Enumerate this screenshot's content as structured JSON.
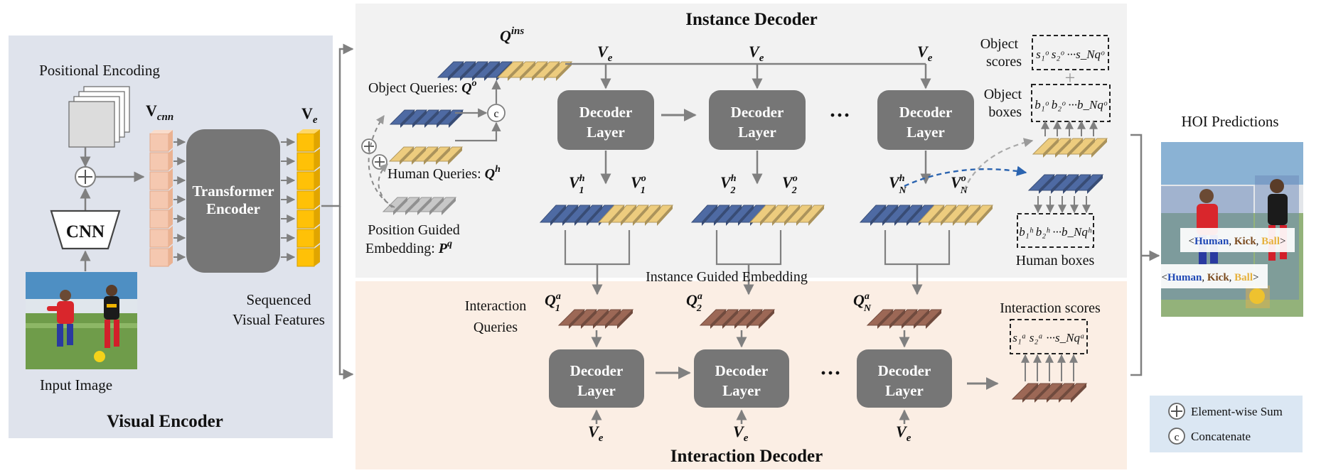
{
  "visual_encoder": {
    "title": "Visual Encoder",
    "positional_encoding": "Positional Encoding",
    "v_cnn": "V",
    "v_cnn_sub": "cnn",
    "cnn": "CNN",
    "transformer_line1": "Transformer",
    "transformer_line2": "Encoder",
    "ve": "V",
    "ve_sub": "e",
    "input_image": "Input Image",
    "sequenced_line1": "Sequenced",
    "sequenced_line2": "Visual Features"
  },
  "instance_decoder": {
    "title": "Instance Decoder",
    "q_ins": "Q",
    "q_ins_sup": "ins",
    "object_queries": "Object Queries: ",
    "object_queries_sym": "Q",
    "object_queries_sup": "o",
    "human_queries": "Human Queries: ",
    "human_queries_sym": "Q",
    "human_queries_sup": "h",
    "position_line1": "Position Guided",
    "position_line2": "Embedding: ",
    "position_sym": "P",
    "position_sup": "q",
    "ve": "V",
    "ve_sub": "e",
    "decoder_line1": "Decoder",
    "decoder_line2": "Layer",
    "ellipsis": "···",
    "v_sym": "V",
    "outputs": [
      {
        "h_sup": "h",
        "h_sub": "1",
        "o_sup": "o",
        "o_sub": "1"
      },
      {
        "h_sup": "h",
        "h_sub": "2",
        "o_sup": "o",
        "o_sub": "2"
      },
      {
        "h_sup": "h",
        "h_sub": "N",
        "o_sup": "o",
        "o_sub": "N"
      }
    ],
    "instance_guided": "Instance Guided Embedding",
    "object_scores_line1": "Object",
    "object_scores_line2": "scores",
    "object_boxes_line1": "Object",
    "object_boxes_line2": "boxes",
    "human_boxes": "Human boxes",
    "plus": "+",
    "object_scores_formula": "s₁ᵒ s₂ᵒ ···s_Nqᵒ",
    "object_boxes_formula": "b₁ᵒ b₂ᵒ ···b_Nqᵒ",
    "human_boxes_formula": "b₁ʰ b₂ʰ ···b_Nqʰ"
  },
  "interaction_decoder": {
    "title": "Interaction Decoder",
    "queries_line1": "Interaction",
    "queries_line2": "Queries",
    "q_sym": "Q",
    "q_sup": "a",
    "q_subs": [
      "1",
      "2",
      "N"
    ],
    "decoder_line1": "Decoder",
    "decoder_line2": "Layer",
    "ellipsis": "···",
    "ve": "V",
    "ve_sub": "e",
    "interaction_scores": "Interaction scores",
    "interaction_scores_formula": "s₁ᵃ s₂ᵃ ···s_Nqᵃ"
  },
  "hoi": {
    "title": "HOI Predictions",
    "labels": [
      {
        "open": "<",
        "human": "Human",
        "sep1": ", ",
        "verb": "Kick",
        "sep2": ", ",
        "obj": "Ball",
        "close": ">"
      },
      {
        "open": "<",
        "human": "Human",
        "sep1": ", ",
        "verb": "Kick",
        "sep2": ", ",
        "obj": "Ball",
        "close": ">"
      }
    ]
  },
  "legend": {
    "sum": "Element-wise Sum",
    "concat": "Concatenate",
    "concat_symbol": "c"
  },
  "colors": {
    "encoder_bg": "#dfe3ec",
    "instance_bg": "#f2f2f2",
    "interaction_bg": "#fbeee4",
    "legend_bg": "#dbe7f3",
    "box_gray": "#767676",
    "blue": "#4e6aa3",
    "yellow": "#edcc7e",
    "brown": "#9c6856",
    "peach": "#f5c8b0",
    "orange": "#ffc107",
    "human_blue": "#1f48b5",
    "verb_brown": "#7a4a1e",
    "obj_yellow": "#e6b13c"
  }
}
